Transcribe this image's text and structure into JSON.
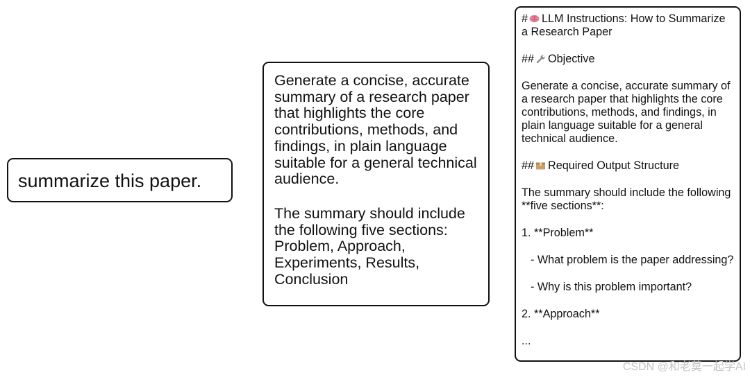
{
  "boxes": {
    "prompt": {
      "text": "summarize this paper."
    },
    "description": {
      "paragraph1": "Generate a concise, accurate summary of a research paper that highlights the core contributions, methods, and findings, in plain language suitable for a general technical audience.",
      "paragraph2": "The summary should include the following five sections: Problem, Approach, Experiments, Results, Conclusion"
    },
    "instructions": {
      "h1_prefix": "#",
      "h1_icon": "brain-icon",
      "h1_text": "LLM Instructions: How to Summarize a Research Paper",
      "h2_objective_prefix": "##",
      "h2_objective_icon": "wrench-icon",
      "h2_objective_text": "Objective",
      "objective_body": "Generate a concise, accurate summary of a research paper that highlights the core contributions, methods, and findings, in plain language suitable for a general technical audience.",
      "h2_structure_prefix": "##",
      "h2_structure_icon": "package-icon",
      "h2_structure_text": "Required Output Structure",
      "structure_intro": "The summary should include the following **five sections**:",
      "item1": "1. **Problem**",
      "item1_sub1": "- What problem is the paper addressing?",
      "item1_sub2": "- Why is this problem important?",
      "item2": "2. **Approach**",
      "ellipsis": "..."
    }
  },
  "watermark": "CSDN @和老莫一起学AI",
  "colors": {
    "border": "#111111",
    "text": "#111111",
    "watermark": "#c4c4c4",
    "brain": "#e8859a",
    "wrench": "#8a8f96",
    "package": "#c9a06a"
  }
}
